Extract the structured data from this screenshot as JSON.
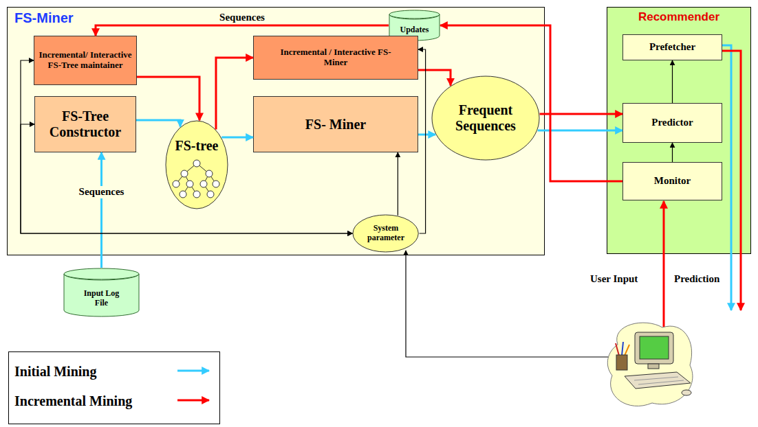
{
  "diagram": {
    "nodes": [
      {
        "text": [
          "FS-Miner"
        ]
      },
      {
        "text": [
          "Updates"
        ],
        "in": 0
      },
      {
        "text": [
          "Incremental/ Interactive FS-Tree maintainer"
        ],
        "in": 0
      },
      {
        "text": [
          "Incremental / Interactive FS-Miner"
        ],
        "in": 0
      },
      {
        "text": [
          "Frequent Sequences"
        ],
        "in": 0
      },
      {
        "text": [
          "FS-Tree Constructor"
        ],
        "in": 0
      },
      {
        "text": [
          "FS-tree"
        ],
        "in": 0
      },
      {
        "text": [
          "FS- Miner"
        ],
        "in": 0
      },
      {
        "text": [
          "System parameter"
        ],
        "in": 0
      },
      {
        "text": [
          "Recommender"
        ]
      },
      {
        "text": [
          "Prefetcher"
        ],
        "in": 9
      },
      {
        "text": [
          "Predictor"
        ],
        "in": 9
      },
      {
        "text": [
          "Monitor"
        ],
        "in": 9
      },
      {
        "text": [
          "Input Log File"
        ]
      }
    ],
    "edges": [
      {
        "from": 1,
        "to": 2,
        "arrow": "to",
        "label": "Sequences"
      },
      {
        "from": 13,
        "to": 5,
        "arrow": "to",
        "label": "Sequences"
      },
      {
        "from": 5,
        "to": 6,
        "arrow": "to"
      },
      {
        "from": 2,
        "to": 6,
        "arrow": "to"
      },
      {
        "from": 6,
        "to": 3,
        "arrow": "to"
      },
      {
        "from": 6,
        "to": 7,
        "arrow": "to"
      },
      {
        "from": 3,
        "to": 4,
        "arrow": "to"
      },
      {
        "from": 7,
        "to": 4,
        "arrow": "to"
      },
      {
        "from": 4,
        "to": 11,
        "arrow": "to"
      },
      {
        "from": 4,
        "to": 11,
        "arrow": "to"
      },
      {
        "from": 12,
        "to": 1,
        "arrow": "to"
      },
      {
        "from": 12,
        "to": 11,
        "arrow": "to"
      },
      {
        "from": 11,
        "to": 10,
        "arrow": "to"
      },
      {
        "from": 8,
        "to": 7,
        "arrow": "to"
      },
      {
        "from": 8,
        "to": 3,
        "arrow": "to"
      },
      {
        "from": 8,
        "to": 2,
        "arrow": "both"
      },
      {
        "from": 8,
        "to": 5,
        "arrow": "both"
      }
    ],
    "labels": [
      "User Input",
      "Prediction"
    ],
    "legend": [
      {
        "text": "Initial Mining"
      },
      {
        "text": "Incremental Mining"
      }
    ]
  }
}
